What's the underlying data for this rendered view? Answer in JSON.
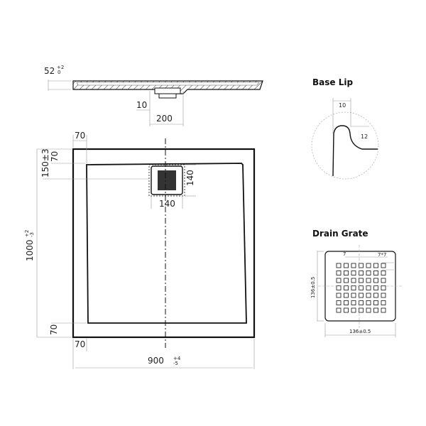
{
  "side_view": {
    "height_label": "52",
    "height_tol_upper": "+2",
    "height_tol_lower": "0",
    "drain_offset_label": "10",
    "drain_width_label": "200"
  },
  "plan_view": {
    "top_border_label": "70",
    "left_top_border_label": "70",
    "drain_offset_label": "150±3",
    "length_label": "1000",
    "length_tol_upper": "+2",
    "length_tol_lower": "-3",
    "drain_height_label": "140",
    "drain_width_label": "140",
    "bottom_border_label": "70",
    "left_bottom_border_label": "70",
    "width_label": "900",
    "width_tol_upper": "+4",
    "width_tol_lower": "-5"
  },
  "base_lip": {
    "title": "Base Lip",
    "width_label": "10",
    "height_label": "12"
  },
  "drain_grate": {
    "title": "Drain Grate",
    "hole_spacing_label": "7",
    "hole_size_label": "7*7",
    "height_label": "136±0.5",
    "width_label": "136±0.5"
  },
  "colors": {
    "line": "#111111",
    "dim_line": "#999999",
    "hatch": "#333333"
  }
}
